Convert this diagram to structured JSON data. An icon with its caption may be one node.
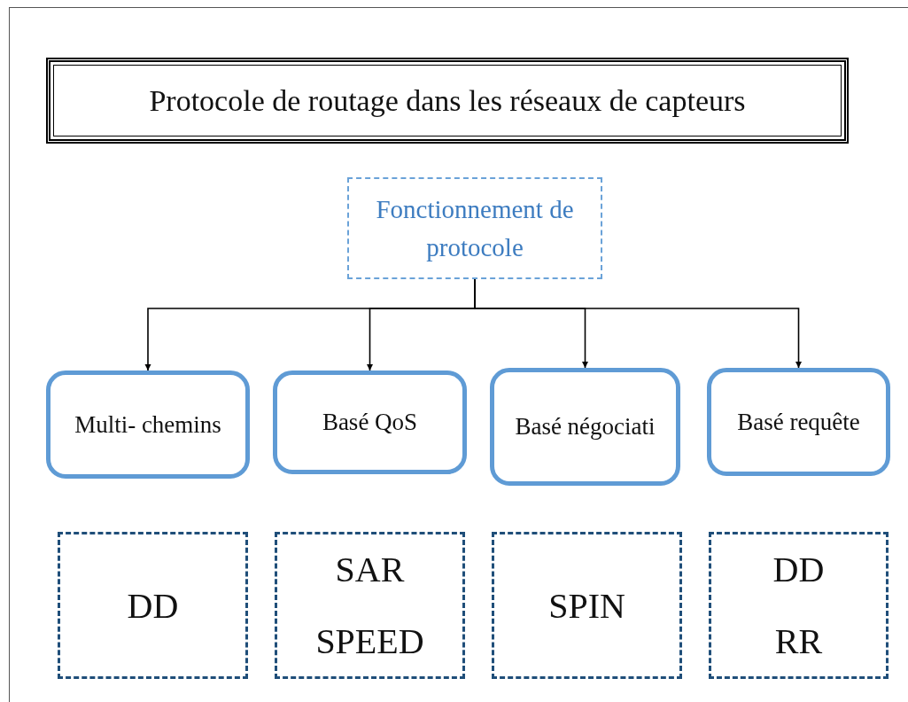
{
  "diagram": {
    "nodes": [
      {
        "text": [
          "Protocole de routage dans les réseaux de capteurs"
        ]
      },
      {
        "text": [
          "Fonctionnement de protocole"
        ]
      },
      {
        "text": [
          "Multi- chemins"
        ]
      },
      {
        "text": [
          "Basé QoS"
        ]
      },
      {
        "text": [
          "Basé négociati"
        ]
      },
      {
        "text": [
          "Basé requête"
        ]
      },
      {
        "text": [
          "DD"
        ]
      },
      {
        "text": [
          "SAR",
          "SPEED"
        ]
      },
      {
        "text": [
          "SPIN"
        ]
      },
      {
        "text": [
          "DD",
          "RR"
        ]
      }
    ],
    "edges": [
      {
        "from": 1,
        "to": 2,
        "arrow": "to"
      },
      {
        "from": 1,
        "to": 3,
        "arrow": "to"
      },
      {
        "from": 1,
        "to": 4,
        "arrow": "to"
      },
      {
        "from": 1,
        "to": 5,
        "arrow": "to"
      }
    ]
  }
}
